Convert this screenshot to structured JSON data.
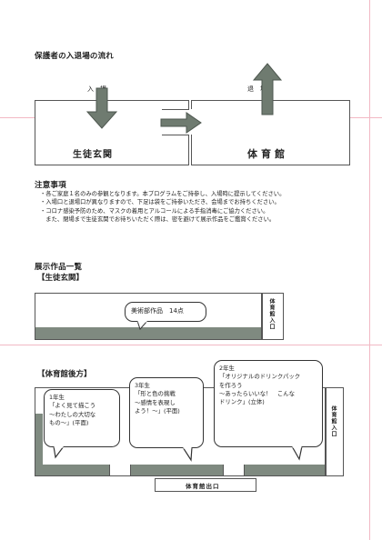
{
  "section1": {
    "title": "保護者の入退場の流れ",
    "enter_label": "入　場",
    "exit_label": "退　場",
    "left_building": "生徒玄関",
    "right_building": "体育館"
  },
  "section2": {
    "title": "注意事項",
    "lines": [
      "・各ご家庭１名のみの参観となります。本プログラムをご持参し、入場時に提示してください。",
      "・入場口と退場口が異なりますので、下足は袋をご持参いただき、会場までお持ちください。",
      "・コロナ感染予防のため、マスクの着用とアルコールによる手指消毒にご協力ください。",
      "　また、閉場まで生徒玄関でお待ちいただく際は、密を避けて展示作品をご鑑賞ください。"
    ]
  },
  "section3": {
    "title": "展示作品一覧",
    "genkan_label": "【生徒玄関】",
    "genkan_bubble": "美術部作品　14点",
    "gym_entrance": "体育館入口",
    "gym_back_label": "【体育館後方】",
    "bubble1": [
      "1年生",
      "「よく見て描こう",
      "～わたしの大切な",
      "もの～」(平面)"
    ],
    "bubble2": [
      "3年生",
      "「形と色の挑戦",
      "～感情を表現し",
      "よう！～」(平面)"
    ],
    "bubble3": [
      "2年生",
      "「オリジナルのドリンクパック",
      "を作ろう",
      "～あったらいいな！　こんな",
      "ドリンク」(立体)"
    ],
    "gym_entrance2": "体育館入口",
    "gym_exit": "体育館出口"
  }
}
